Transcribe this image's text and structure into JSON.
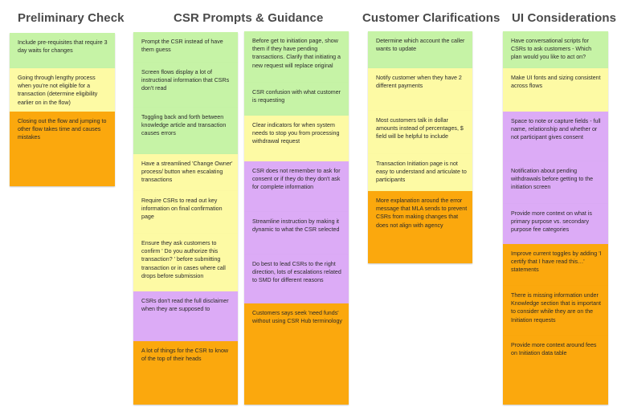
{
  "headings": {
    "preliminary": "Preliminary Check",
    "csr": "CSR Prompts & Guidance",
    "customer": "Customer Clarifications",
    "ui": "UI Considerations"
  },
  "colors": {
    "green": "#c6f3a6",
    "yellow": "#fdfaa4",
    "orange": "#fba80d",
    "purple": "#dcabf6"
  },
  "columns": {
    "preliminary": [
      {
        "color": "green",
        "text": "Include pre-requisites that require 3 day waits for changes"
      },
      {
        "color": "yellow",
        "text": "Going through lengthy process when you're not eligible for a transaction (determine eligibility earlier on in the flow)"
      },
      {
        "color": "orange",
        "text": "Closing out the flow and jumping to other flow takes time and causes mistakes"
      }
    ],
    "csr_left": [
      {
        "color": "green",
        "text": "Prompt the CSR instead of have them guess"
      },
      {
        "color": "green",
        "text": "Screen flows display a lot of instructional information that CSRs don't read"
      },
      {
        "color": "green",
        "text": "Toggling back and forth between knowledge article and transaction causes errors"
      },
      {
        "color": "yellow",
        "text": "Have a streamlined 'Change Owner'  process/ button when escalating transactions"
      },
      {
        "color": "yellow",
        "text": "Require CSRs to read out key information on final confirmation page"
      },
      {
        "color": "yellow",
        "text": "Ensure they ask customers to confirm ' Do you authorize this transaction? ' before submitting transaction or in cases where call drops before submission"
      },
      {
        "color": "purple",
        "text": "CSRs don't read the full disclaimer when they are supposed to"
      },
      {
        "color": "orange",
        "text": "A lot of things for the CSR to know of the top of their heads"
      }
    ],
    "csr_right": [
      {
        "color": "green",
        "text": "Before get to initiation page, show them if they have pending transactions. Clarify that initiating a new request will replace original"
      },
      {
        "color": "green",
        "text": "CSR confusion with what customer is requesting"
      },
      {
        "color": "yellow",
        "text": "Clear indicators for when system needs to stop you from processing withdrawal request"
      },
      {
        "color": "purple",
        "text": "CSR does not remember to ask for consent or if they do they don't ask for complete information"
      },
      {
        "color": "purple",
        "text": "Streamline instruction by making it dynamic to what the CSR selected"
      },
      {
        "color": "purple",
        "text": "Do best to lead CSRs to the right direction, lots of escalations related to SMD for different reasons"
      },
      {
        "color": "orange",
        "text": "Customers says seek 'need funds' without using CSR Hub terminology"
      }
    ],
    "customer": [
      {
        "color": "green",
        "text": "Determine which account the caller wants to update"
      },
      {
        "color": "yellow",
        "text": "Notify customer when they have 2 different payments"
      },
      {
        "color": "yellow",
        "text": "Most customers talk in dollar amounts instead of percentages, $ field will be helpful to include"
      },
      {
        "color": "yellow",
        "text": "Transaction Initiation page is not easy to understand and articulate to participants"
      },
      {
        "color": "orange",
        "text": "More explanation around the error message that MLA sends to prevent CSRs from making changes that does not align with agency"
      }
    ],
    "ui": [
      {
        "color": "green",
        "text": "Have conversational scripts for CSRs to ask customers - Which plan would you like to act on?"
      },
      {
        "color": "yellow",
        "text": "Make UI fonts and sizing consistent across flows"
      },
      {
        "color": "purple",
        "text": "Space to note or capture fields - full name, relationship and whether or not participant gives consent"
      },
      {
        "color": "purple",
        "text": "Notification about pending withdrawals before getting to the initiation screen"
      },
      {
        "color": "purple",
        "text": "Provide more context on what is primary purpose vs. secondary purpose fee categories"
      },
      {
        "color": "orange",
        "text": "Improve current toggles by adding 'I certify that I have read this…' statements"
      },
      {
        "color": "orange",
        "text": "There is missing information under Knowledge section that is important to consider while they are on the Initiation requests"
      },
      {
        "color": "orange",
        "text": "Provide more context around fees on Initiation data table"
      }
    ]
  }
}
